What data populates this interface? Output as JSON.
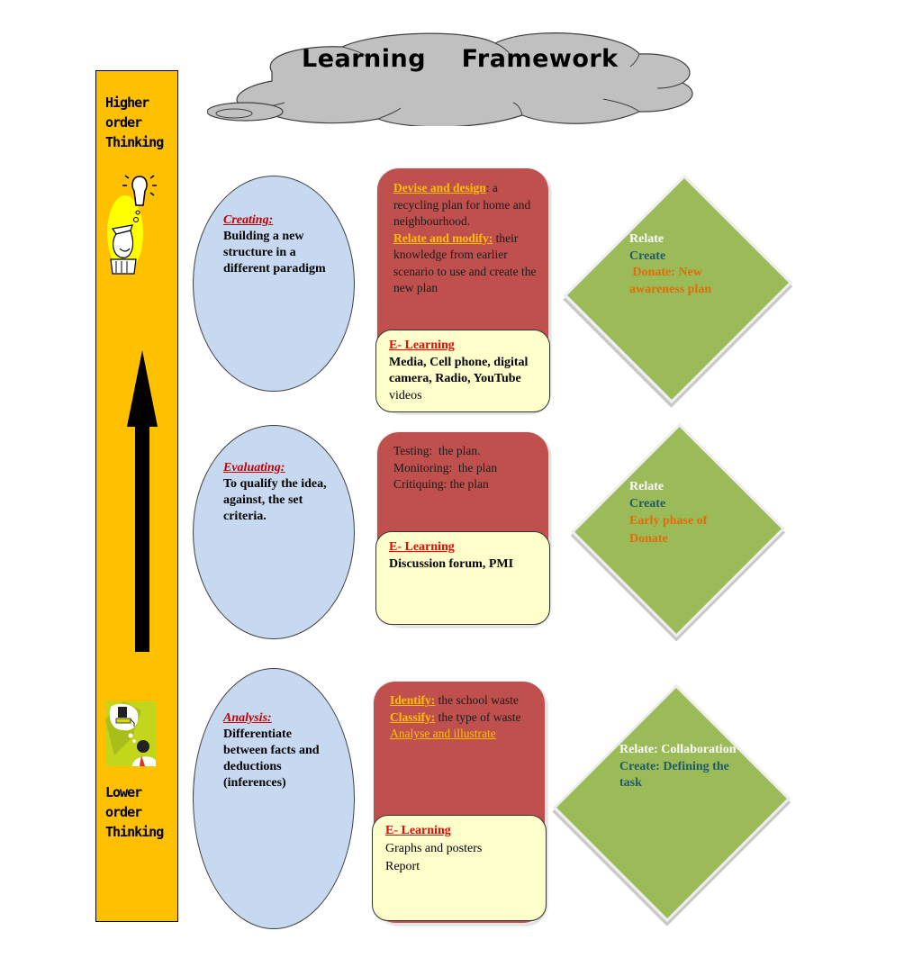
{
  "title": "Learning    Framework",
  "side_bar": {
    "top_label": [
      "Higher",
      "order",
      "Thinking"
    ],
    "bottom_label": [
      "Lower",
      "order",
      "Thinking"
    ],
    "top_icon": "lightbulb-idea-man-icon",
    "bottom_icon": "computer-thinking-man-icon",
    "arrow": "up-arrow-icon",
    "color": "#ffc000"
  },
  "rows": [
    {
      "level": {
        "heading": "Creating:",
        "text": "Building a new structure in a different paradigm"
      },
      "activities": {
        "items": [
          {
            "label": "Devise and design",
            "text": ": a recycling plan for home and neighbourhood."
          },
          {
            "label": "Relate and modify:",
            "text": " their knowledge from earlier scenario to use and create the new plan"
          }
        ],
        "elearning_heading": "E- Learning",
        "elearning_bold": "Media, Cell phone, digital camera, Radio, YouTube",
        "elearning_plain": " videos"
      },
      "outcome": {
        "relate": "Relate",
        "create": "Create",
        "donate": " Donate: New awareness plan"
      }
    },
    {
      "level": {
        "heading": "Evaluating:",
        "text": "To qualify the idea, against, the set criteria."
      },
      "activities": {
        "lines": [
          "Testing:  the plan.",
          "Monitoring:  the plan",
          "Critiquing: the plan"
        ],
        "elearning_heading": "E- Learning",
        "elearning_bold": "Discussion forum, PMI"
      },
      "outcome": {
        "relate": "Relate",
        "create": "Create",
        "donate": "Early phase of Donate"
      }
    },
    {
      "level": {
        "heading": "Analysis:",
        "text": "Differentiate between facts and deductions (inferences)"
      },
      "activities": {
        "items": [
          {
            "label": "Identify:",
            "text": " the school waste"
          },
          {
            "label": "Classify:",
            "text": " the type of waste"
          }
        ],
        "link": "Analyse and illustrate",
        "elearning_heading": "E- Learning",
        "elearning_lines": [
          "Graphs and posters",
          "Report"
        ]
      },
      "outcome": {
        "relate": "Relate: Collaboration",
        "create": "Create: Defining the task"
      }
    }
  ],
  "colors": {
    "oval": "#c6d9f1",
    "card": "#c0504d",
    "elearning_box": "#ffffcc",
    "diamond": "#9bbb59",
    "highlight": "#ffc000",
    "heading_red": "#c00000",
    "create_blue": "#215968",
    "donate_orange": "#e36c09"
  }
}
